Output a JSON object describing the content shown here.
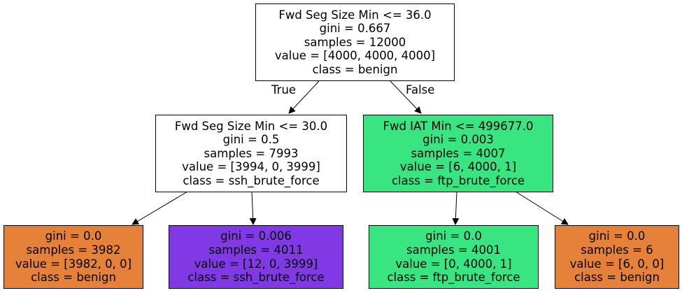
{
  "colors": {
    "root": "#ffffff",
    "split_left": "#ffffff",
    "split_right": "#39e581",
    "leaf_1": "#e58139",
    "leaf_2": "#8139e5",
    "leaf_3": "#39e581",
    "leaf_4": "#e58139",
    "edge": "#000000"
  },
  "nodes": {
    "root": {
      "condition": "Fwd Seg Size Min <= 36.0",
      "gini": "gini = 0.667",
      "samples": "samples = 12000",
      "value": "value = [4000, 4000, 4000]",
      "class": "class = benign"
    },
    "split_left": {
      "condition": "Fwd Seg Size Min <= 30.0",
      "gini": "gini = 0.5",
      "samples": "samples = 7993",
      "value": "value = [3994, 0, 3999]",
      "class": "class = ssh_brute_force"
    },
    "split_right": {
      "condition": "Fwd IAT Min <= 499677.0",
      "gini": "gini = 0.003",
      "samples": "samples = 4007",
      "value": "value = [6, 4000, 1]",
      "class": "class = ftp_brute_force"
    },
    "leaf_1": {
      "gini": "gini = 0.0",
      "samples": "samples = 3982",
      "value": "value = [3982, 0, 0]",
      "class": "class = benign"
    },
    "leaf_2": {
      "gini": "gini = 0.006",
      "samples": "samples = 4011",
      "value": "value = [12, 0, 3999]",
      "class": "class = ssh_brute_force"
    },
    "leaf_3": {
      "gini": "gini = 0.0",
      "samples": "samples = 4001",
      "value": "value = [0, 4000, 1]",
      "class": "class = ftp_brute_force"
    },
    "leaf_4": {
      "gini": "gini = 0.0",
      "samples": "samples = 6",
      "value": "value = [6, 0, 0]",
      "class": "class = benign"
    }
  },
  "edge_labels": {
    "true": "True",
    "false": "False"
  }
}
